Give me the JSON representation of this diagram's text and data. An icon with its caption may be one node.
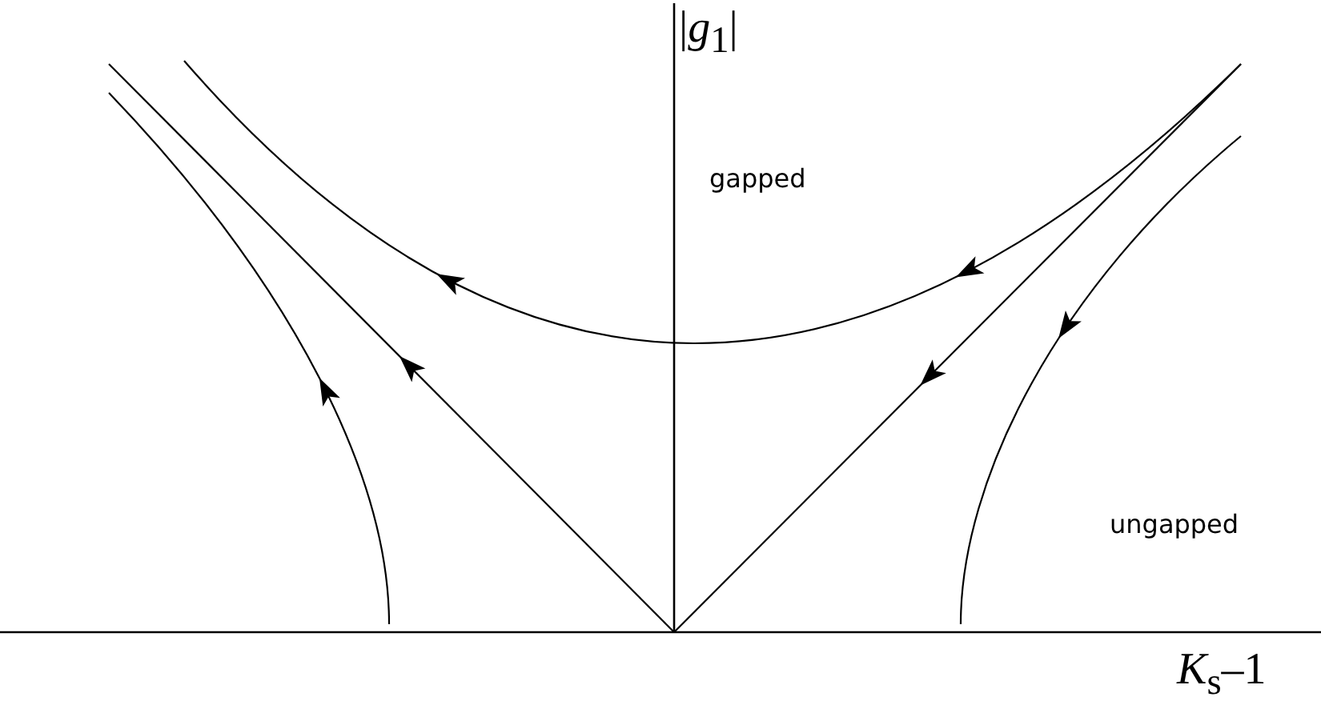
{
  "diagram": {
    "labels": [
      "|*g*$_{1}$|",
      "gapped",
      "ungapped",
      "*K*$_{s}$–1"
    ]
  }
}
